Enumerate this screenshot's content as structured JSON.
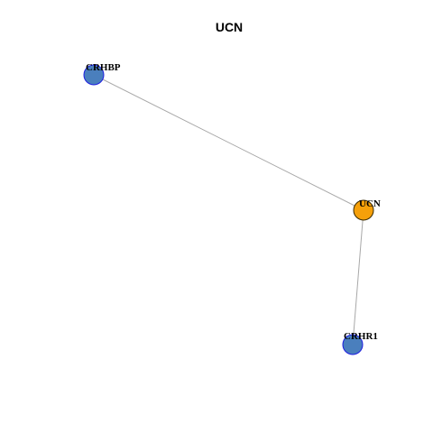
{
  "title": "UCN",
  "colors": {
    "center_fill": "#f5a00a",
    "center_stroke": "#3a2a00",
    "neighbor_fill": "#4a7fbd",
    "neighbor_stroke": "#1d1de0",
    "edge": "#a8a8a8"
  },
  "nodes": [
    {
      "id": "CRHBP",
      "label": "CRHBP",
      "role": "neighbor"
    },
    {
      "id": "UCN",
      "label": "UCN",
      "role": "center"
    },
    {
      "id": "CRHR1",
      "label": "CRHR1",
      "role": "neighbor"
    }
  ],
  "edges": [
    {
      "source": "CRHBP",
      "target": "UCN"
    },
    {
      "source": "UCN",
      "target": "CRHR1"
    }
  ]
}
